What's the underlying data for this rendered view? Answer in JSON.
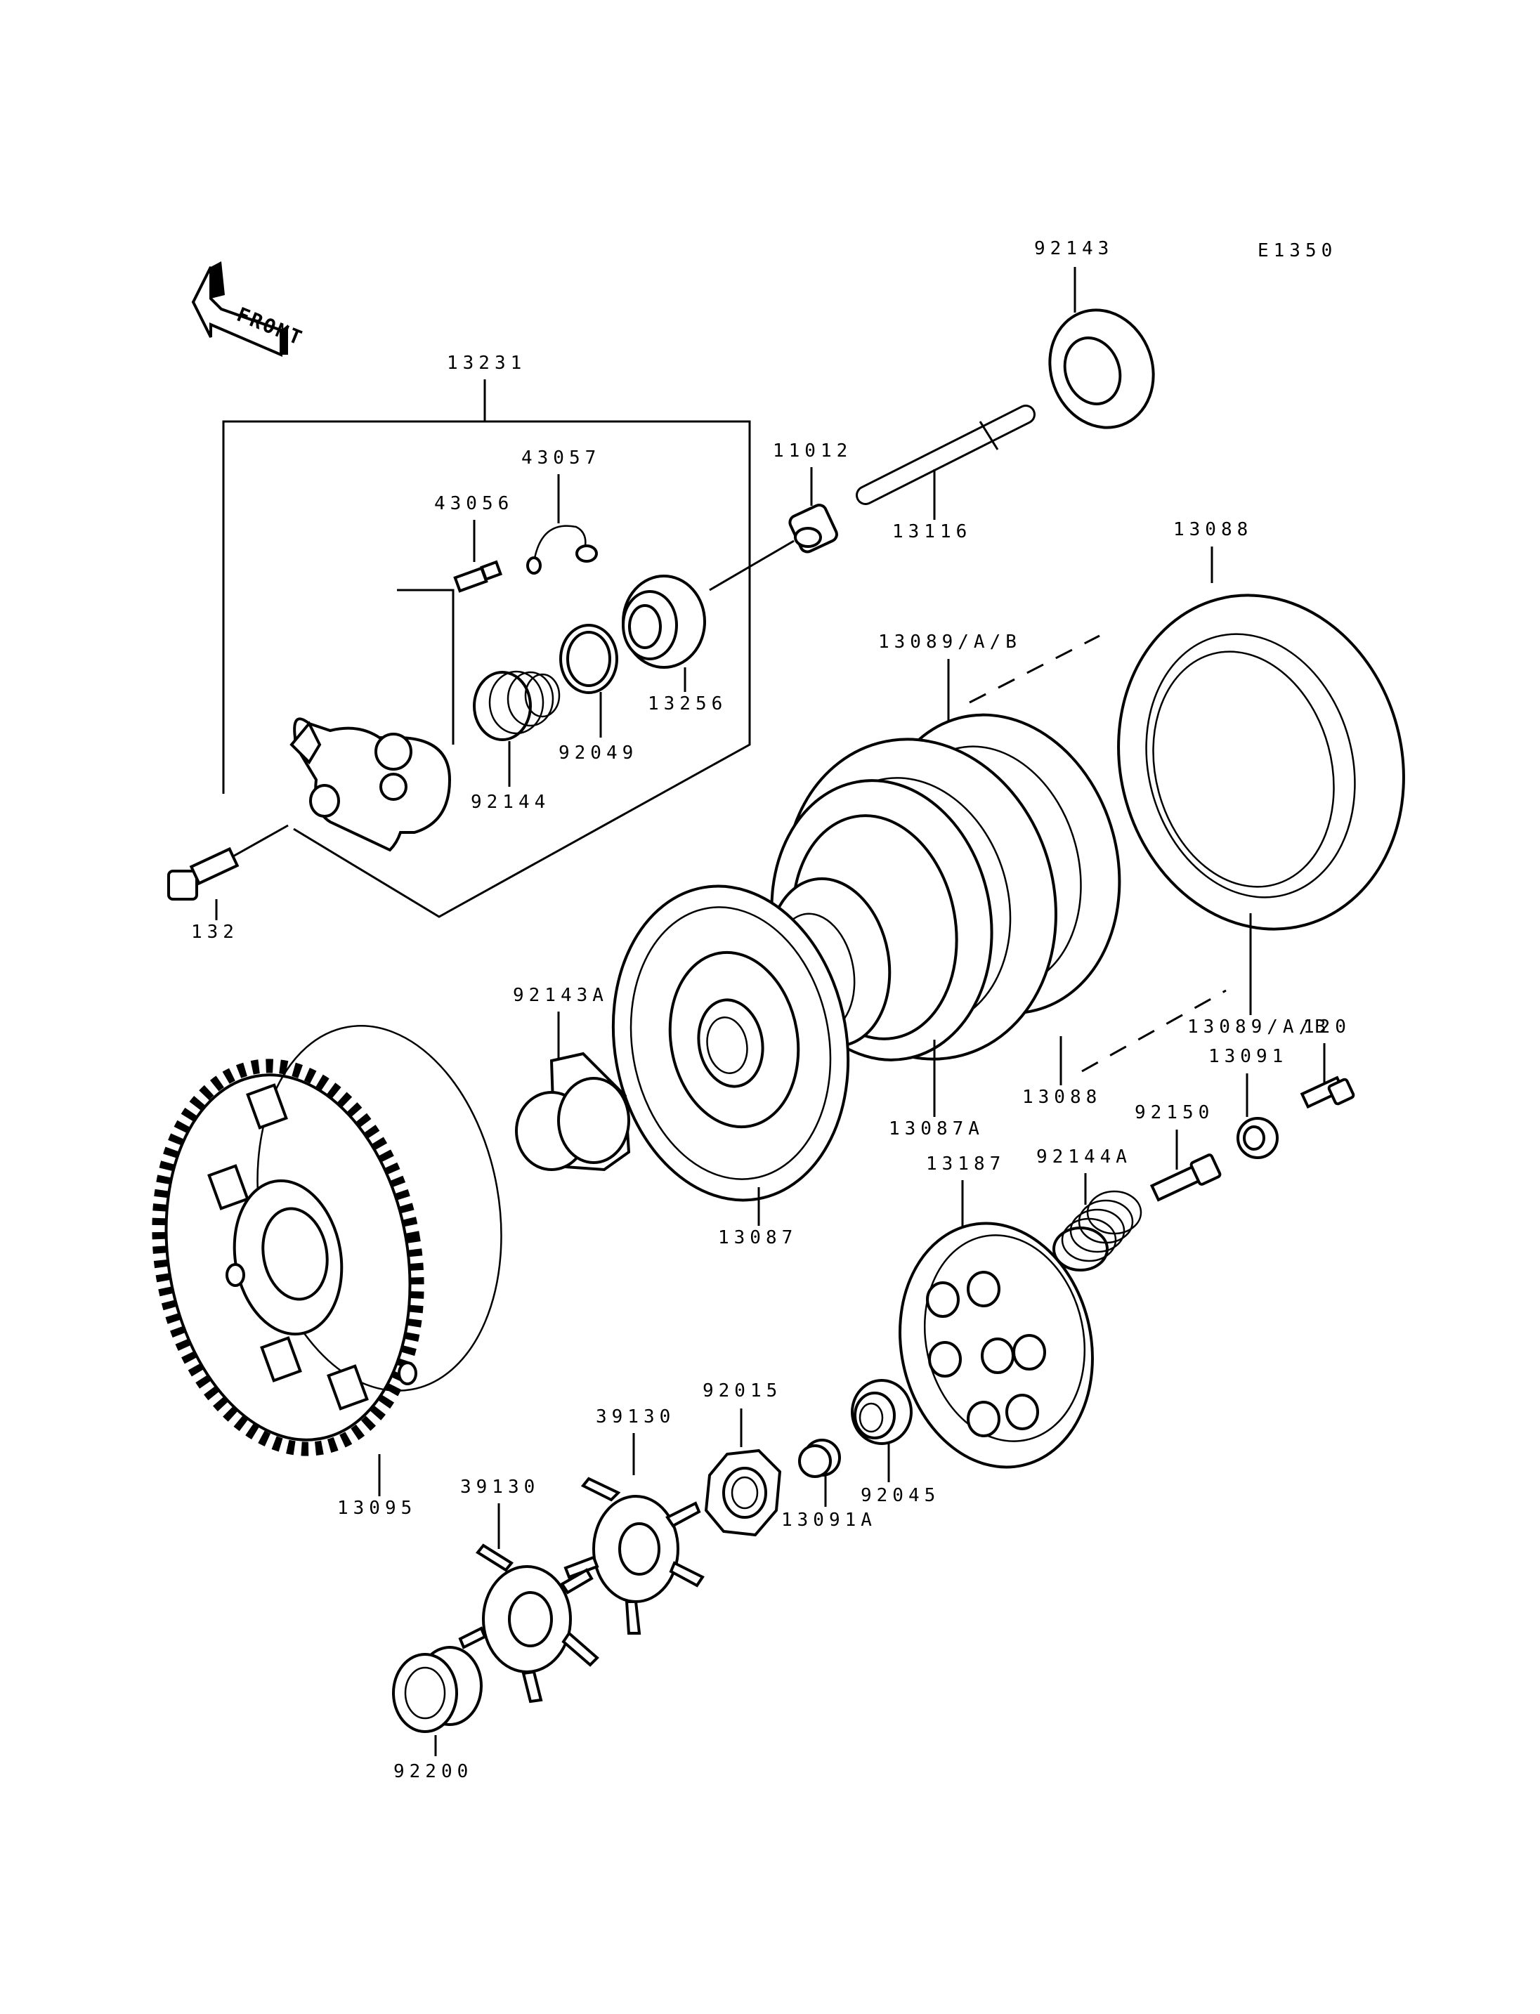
{
  "diagram": {
    "code": "E1350",
    "front_label": "FRONT",
    "part_labels": {
      "p92143": "92143",
      "p13231": "13231",
      "p43057": "43057",
      "p43056": "43056",
      "p11012": "11012",
      "p13116": "13116",
      "p13088_top": "13088",
      "p13089_top": "13089/A/B",
      "p13256": "13256",
      "p92049": "92049",
      "p92144": "92144",
      "p132": "132",
      "p92143A": "92143A",
      "p13089_bot": "13089/A/B",
      "p120": "120",
      "p13091": "13091",
      "p13088_bot": "13088",
      "p92150": "92150",
      "p13087A": "13087A",
      "p13187": "13187",
      "p92144A": "92144A",
      "p13087": "13087",
      "p13095": "13095",
      "p92015": "92015",
      "p39130_r": "39130",
      "p39130_l": "39130",
      "p92045": "92045",
      "p13091A": "13091A",
      "p92200": "92200"
    }
  }
}
